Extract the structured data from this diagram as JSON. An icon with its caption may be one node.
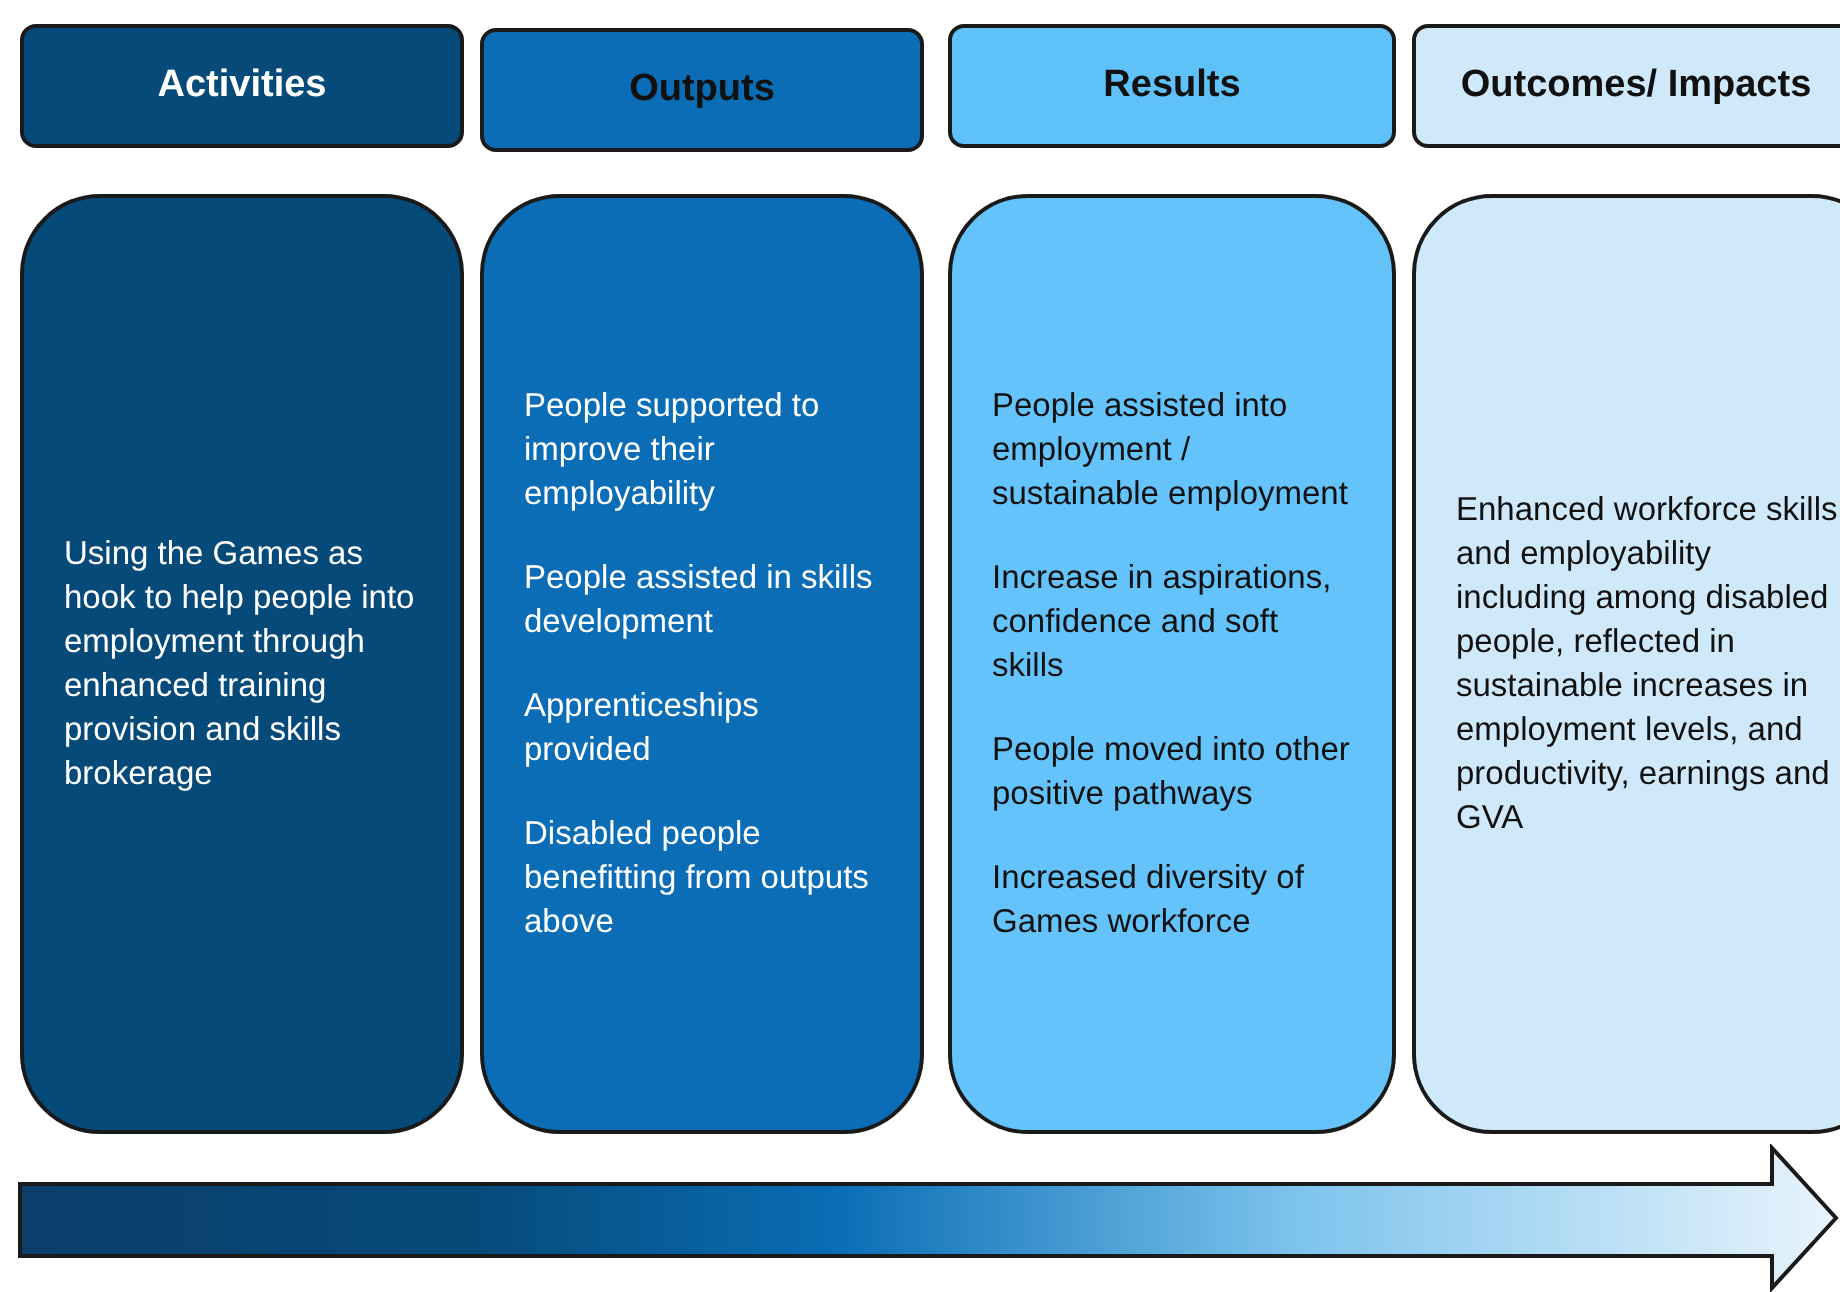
{
  "diagram": {
    "nodes": [
      {
        "text": [
          "Activities"
        ]
      },
      {
        "text": [
          "Outputs"
        ]
      },
      {
        "text": [
          "Results"
        ]
      },
      {
        "text": [
          "Outcomes/ Impacts"
        ]
      },
      {
        "text": [
          "Using the Games as hook to help people into employment through enhanced training provision and skills brokerage"
        ]
      },
      {
        "text": [
          "People supported to improve their employability",
          "People assisted in skills development",
          "Apprenticeships provided",
          "Disabled people benefitting from outputs above"
        ]
      },
      {
        "text": [
          "People assisted into employment / sustainable employment",
          "Increase in aspirations, confidence and soft skills",
          "People moved into other positive pathways",
          "Increased diversity of Games workforce"
        ]
      },
      {
        "text": [
          "Enhanced workforce skills and employability including among disabled people, reflected in sustainable increases in employment levels, and productivity, earnings and GVA"
        ]
      }
    ]
  }
}
